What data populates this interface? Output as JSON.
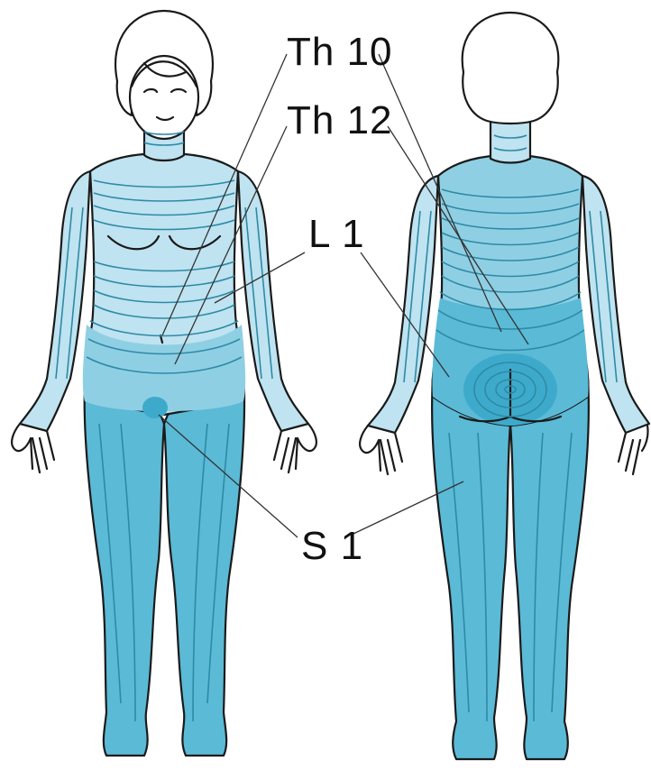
{
  "labels": {
    "th10": "Th 10",
    "th12": "Th 12",
    "l1": "L 1",
    "s1": "S 1"
  },
  "colors": {
    "zone_light": "#bfe3f0",
    "zone_mid": "#8fcfe4",
    "zone_deep": "#5bbad6",
    "zone_core": "#3eaacb",
    "line": "#2e8aa6",
    "outline": "#1a1a1a"
  }
}
